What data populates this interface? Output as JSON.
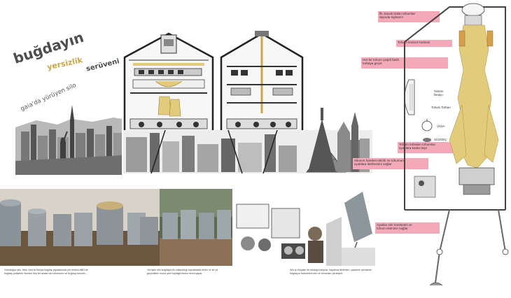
{
  "title": {
    "line1": "buğdayın",
    "line2": "yersizlik",
    "line3": "serüveni",
    "subtitle": "gaia'da yürüyen silo"
  },
  "callouts": [
    "İlk olacak bütün tohumlar\ndepoda toplanılır",
    "Tohum kontrol merkezi",
    "Her bir tohum çeşidi farklı\ntorbaya geçer",
    "Tohum torbaları tohumları\nayaklara kadar taşır",
    "Silonun hareket ettirilir ve tohumun\nayaklara iletilmesini sağlar",
    "Ayaklar silo hareketini ve\ntohum ekiminin sağlar"
  ],
  "detail_labels": {
    "sistem": "Sistem\nDetayı",
    "torbao": "Tohum Torbao",
    "vana": "VANA",
    "suzgec": "SÜZGEÇ"
  },
  "captions": [
    "Yolculuğun silo, New York'ta Dünya buğday piyasasında yer alırken ABD'de buğday yetiştirilir. Bunları hep bir arada silo tohumunu ve buğday tohumu...",
    "Yürüyen silo buğdayın ilk kullanıldığı topraklarda ilerler ve bir yıl geçirdikten sonra yeni toprağa tohum ekimi yapar.",
    "Silo iş dünyası ile ekolojiyi karşılar, hayatına ilerlerken, yaşamın içerisinde buğdayın hareketini izler ve tohumları yerleştirir."
  ],
  "colors": {
    "grain": "#e3cb7c",
    "callout_pink": "#f3a9b8",
    "wall": "#333333",
    "ground": "#6b5640"
  }
}
